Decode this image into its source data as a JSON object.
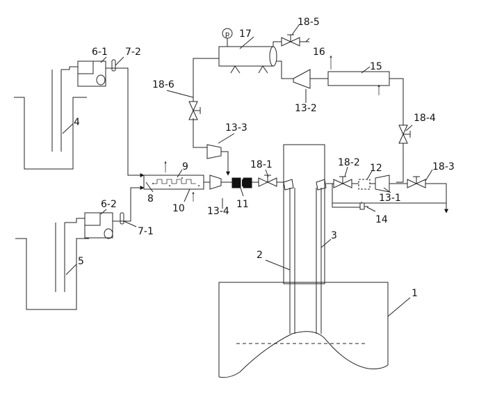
{
  "labels": {
    "l1": "1",
    "l2": "2",
    "l3": "3",
    "l4": "4",
    "l5": "5",
    "l6_1": "6-1",
    "l6_2": "6-2",
    "l7_1": "7-1",
    "l7_2": "7-2",
    "l8": "8",
    "l9": "9",
    "l10": "10",
    "l11": "11",
    "l12": "12",
    "l13_1": "13-1",
    "l13_2": "13-2",
    "l13_3": "13-3",
    "l13_4": "13-4",
    "l14": "14",
    "l15": "15",
    "l16": "16",
    "l17": "17",
    "l18_1": "18-1",
    "l18_2": "18-2",
    "l18_3": "18-3",
    "l18_4": "18-4",
    "l18_5": "18-5",
    "l18_6": "18-6"
  },
  "pressure_gauge_symbol": "p"
}
